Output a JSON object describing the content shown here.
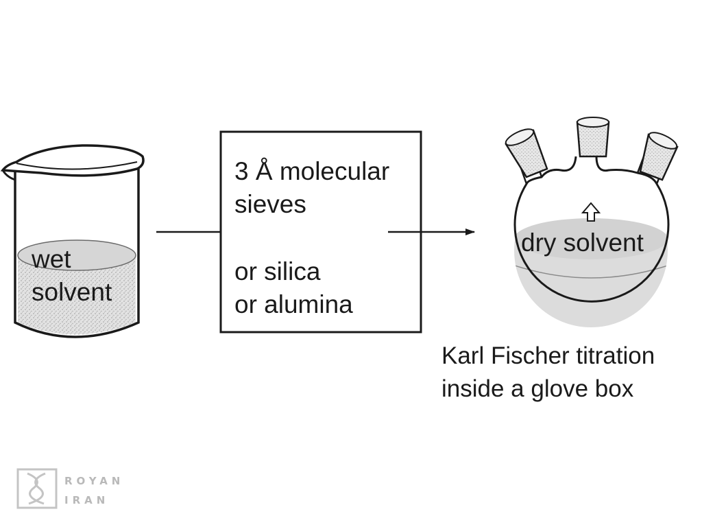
{
  "beaker": {
    "line1": "wet",
    "line2": "solvent"
  },
  "drying_box": {
    "line1": "3 Å molecular",
    "line2": "sieves",
    "line3": "or silica",
    "line4": "or alumina"
  },
  "flask": {
    "label": "dry solvent"
  },
  "caption": {
    "line1": "Karl Fischer titration",
    "line2": "inside a glove box"
  },
  "watermark": {
    "line1": "ROYAN",
    "line2": "IRAN"
  },
  "colors": {
    "stroke": "#1a1a1a",
    "liquid": "#dcdcdc",
    "stipple": "#bdbdbd",
    "watermark": "#b9b9b9"
  }
}
